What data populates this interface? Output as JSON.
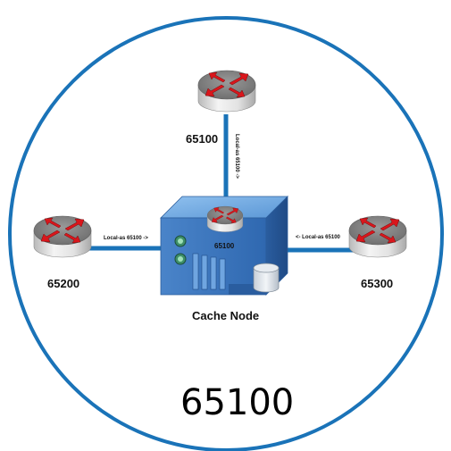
{
  "as_number": "65100",
  "cache_node": {
    "label": "Cache Node",
    "asn": "65100"
  },
  "routers": {
    "top": {
      "asn": "65100",
      "link_label": "Local-as 65100 ->"
    },
    "left": {
      "asn": "65200",
      "link_label": "Local-as 65100 ->"
    },
    "right": {
      "asn": "65300",
      "link_label": "<- Local-as 65100"
    }
  },
  "icons": {
    "router": "router-icon",
    "server": "server-icon",
    "database": "database-icon"
  },
  "colors": {
    "boundary": "#1a73b8",
    "link": "#1a73b8",
    "router_arrow": "#d9161c",
    "server_body": "#3d7ac4"
  }
}
